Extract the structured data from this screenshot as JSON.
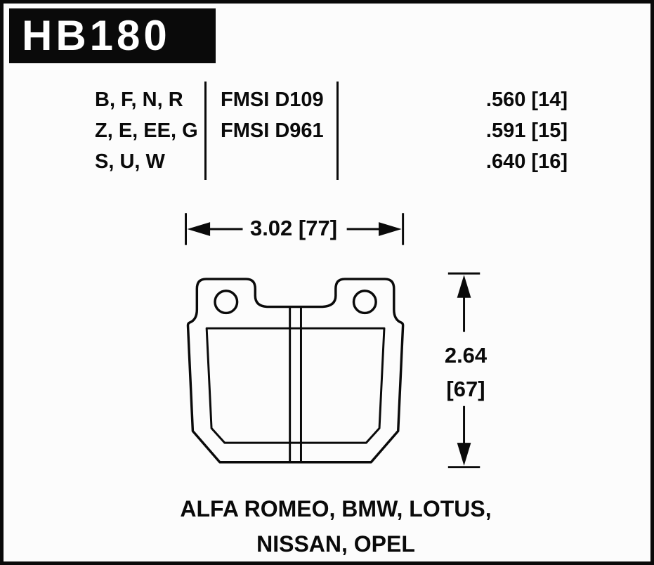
{
  "part_number": "HB180",
  "spec_table": {
    "compounds": [
      "B, F, N, R",
      "Z, E, EE, G",
      "S, U, W"
    ],
    "fmsi": [
      "FMSI D109",
      "FMSI D961"
    ],
    "pad_thickness": [
      ".560 [14]",
      ".591 [15]",
      ".640 [16]"
    ]
  },
  "dimensions": {
    "width_label": "3.02 [77]",
    "height_in": "2.64",
    "height_mm": "[67]"
  },
  "applications": [
    "ALFA ROMEO, BMW, LOTUS,",
    "NISSAN, OPEL"
  ],
  "colors": {
    "ink": "#0a0a0a",
    "paper": "#fcfcfc",
    "badge_background": "#0a0a0a",
    "badge_text": "#ffffff"
  }
}
